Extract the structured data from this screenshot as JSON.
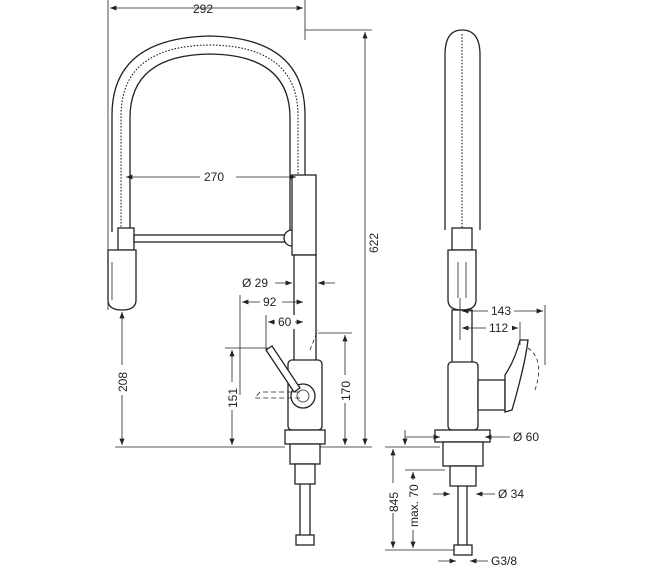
{
  "dimensions": {
    "overall_width": "292",
    "spray_reach": "270",
    "overall_height": "622",
    "column_diameter": "Ø 29",
    "spout_reach": "92",
    "lever_offset": "60",
    "spray_head_height": "208",
    "lever_height": "151",
    "outlet_height": "170",
    "side_lever_reach": "143",
    "side_lever_offset": "112",
    "base_diameter": "Ø 60",
    "shank_diameter": "Ø 34",
    "hose_length": "845",
    "max_counter_thickness": "max. 70",
    "connection_thread": "G3/8"
  }
}
